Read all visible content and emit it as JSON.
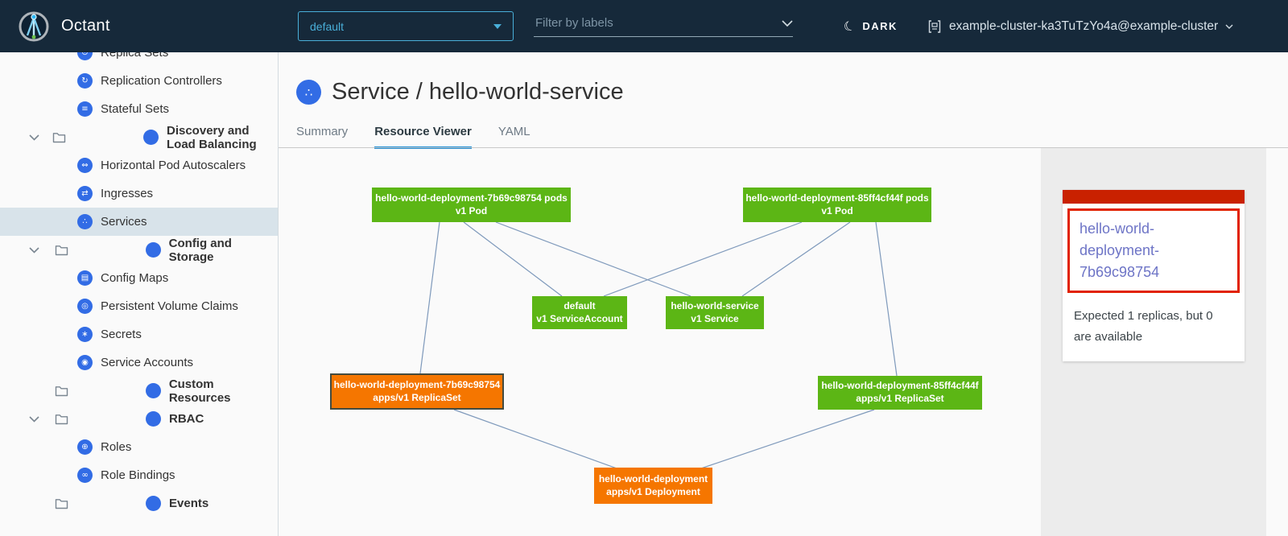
{
  "header": {
    "app_title": "Octant",
    "namespace_select": {
      "value": "default"
    },
    "filter_input": {
      "placeholder": "Filter by labels"
    },
    "theme_toggle": {
      "label": "DARK",
      "icon": "moon-icon",
      "moon_glyph": "☾"
    },
    "context_switcher": {
      "label": "example-cluster-ka3TuTzYo4a@example-cluster"
    }
  },
  "sidebar": {
    "items": [
      {
        "label": "Replica Sets",
        "kind": "resource",
        "icon": "replica-sets-icon",
        "glyph": "⊙",
        "cut": true
      },
      {
        "label": "Replication Controllers",
        "kind": "resource",
        "icon": "replication-controllers-icon",
        "glyph": "↻"
      },
      {
        "label": "Stateful Sets",
        "kind": "resource",
        "icon": "stateful-sets-icon",
        "glyph": "≡"
      },
      {
        "label": "Discovery and Load Balancing",
        "kind": "group",
        "expanded": true
      },
      {
        "label": "Horizontal Pod Autoscalers",
        "kind": "resource",
        "icon": "horizontal-pod-autoscalers-icon",
        "glyph": "⇔"
      },
      {
        "label": "Ingresses",
        "kind": "resource",
        "icon": "ingresses-icon",
        "glyph": "⇄"
      },
      {
        "label": "Services",
        "kind": "resource",
        "icon": "services-icon",
        "glyph": "∴",
        "selected": true
      },
      {
        "label": "Config and Storage",
        "kind": "group",
        "expanded": true
      },
      {
        "label": "Config Maps",
        "kind": "resource",
        "icon": "config-maps-icon",
        "glyph": "▤"
      },
      {
        "label": "Persistent Volume Claims",
        "kind": "resource",
        "icon": "persistent-volume-claims-icon",
        "glyph": "◎"
      },
      {
        "label": "Secrets",
        "kind": "resource",
        "icon": "secrets-icon",
        "glyph": "∗"
      },
      {
        "label": "Service Accounts",
        "kind": "resource",
        "icon": "service-accounts-icon",
        "glyph": "◉"
      },
      {
        "label": "Custom Resources",
        "kind": "folder"
      },
      {
        "label": "RBAC",
        "kind": "group",
        "expanded": true
      },
      {
        "label": "Roles",
        "kind": "resource",
        "icon": "roles-icon",
        "glyph": "⊕"
      },
      {
        "label": "Role Bindings",
        "kind": "resource",
        "icon": "role-bindings-icon",
        "glyph": "∞"
      },
      {
        "label": "Events",
        "kind": "folder"
      }
    ]
  },
  "page": {
    "title": "Service / hello-world-service",
    "title_icon_glyph": "∴",
    "tabs": [
      {
        "label": "Summary",
        "active": false
      },
      {
        "label": "Resource Viewer",
        "active": true
      },
      {
        "label": "YAML",
        "active": false
      }
    ]
  },
  "graph": {
    "nodes": {
      "pod_left": {
        "name": "hello-world-deployment-7b69c98754 pods",
        "kind": "v1 Pod",
        "status": "ok"
      },
      "pod_right": {
        "name": "hello-world-deployment-85ff4cf44f pods",
        "kind": "v1 Pod",
        "status": "ok"
      },
      "service_account": {
        "name": "default",
        "kind": "v1 ServiceAccount",
        "status": "ok"
      },
      "service": {
        "name": "hello-world-service",
        "kind": "v1 Service",
        "status": "ok"
      },
      "replica_set_left": {
        "name": "hello-world-deployment-7b69c98754",
        "kind": "apps/v1 ReplicaSet",
        "status": "warning",
        "selected": true
      },
      "replica_set_right": {
        "name": "hello-world-deployment-85ff4cf44f",
        "kind": "apps/v1 ReplicaSet",
        "status": "ok"
      },
      "deployment": {
        "name": "hello-world-deployment",
        "kind": "apps/v1 Deployment",
        "status": "warning"
      }
    }
  },
  "detail_panel": {
    "title": "hello-world-deployment-7b69c98754",
    "message": "Expected 1 replicas, but 0 are available"
  },
  "colors": {
    "header_bg": "#16293a",
    "ok_green": "#5cb615",
    "warning_orange": "#f57600",
    "error_red": "#c92100",
    "error_border_red": "#e12200",
    "accent_blue": "#49afd9",
    "tab_underline_blue": "#1d8cd3",
    "link_indigo": "#6d74c6",
    "edge_blue": "#7e99bb",
    "selected_nav_bg": "#d8e3ea"
  }
}
